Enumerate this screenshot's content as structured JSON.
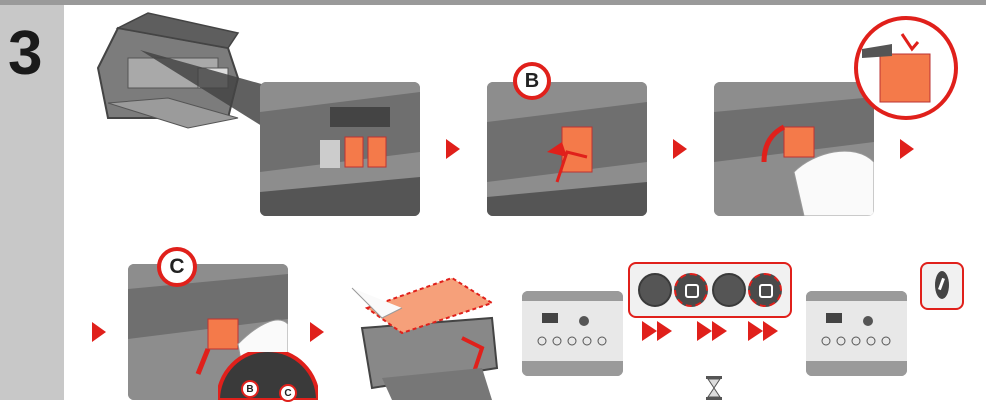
{
  "step": {
    "number": "3"
  },
  "callouts": {
    "b": "B",
    "c": "C",
    "b_small": "B",
    "c_small": "C"
  },
  "colors": {
    "accent": "#e0201b",
    "sidebar": "#c8c8c8",
    "panel": "#8d8d8d",
    "cartridge": "#f47a4a"
  },
  "icons": {
    "arrow": "triangle-right-icon",
    "double_arrow": "double-triangle-right-icon",
    "hourglass": "hourglass-icon",
    "info": "info-icon",
    "button": "ink-button-icon"
  }
}
